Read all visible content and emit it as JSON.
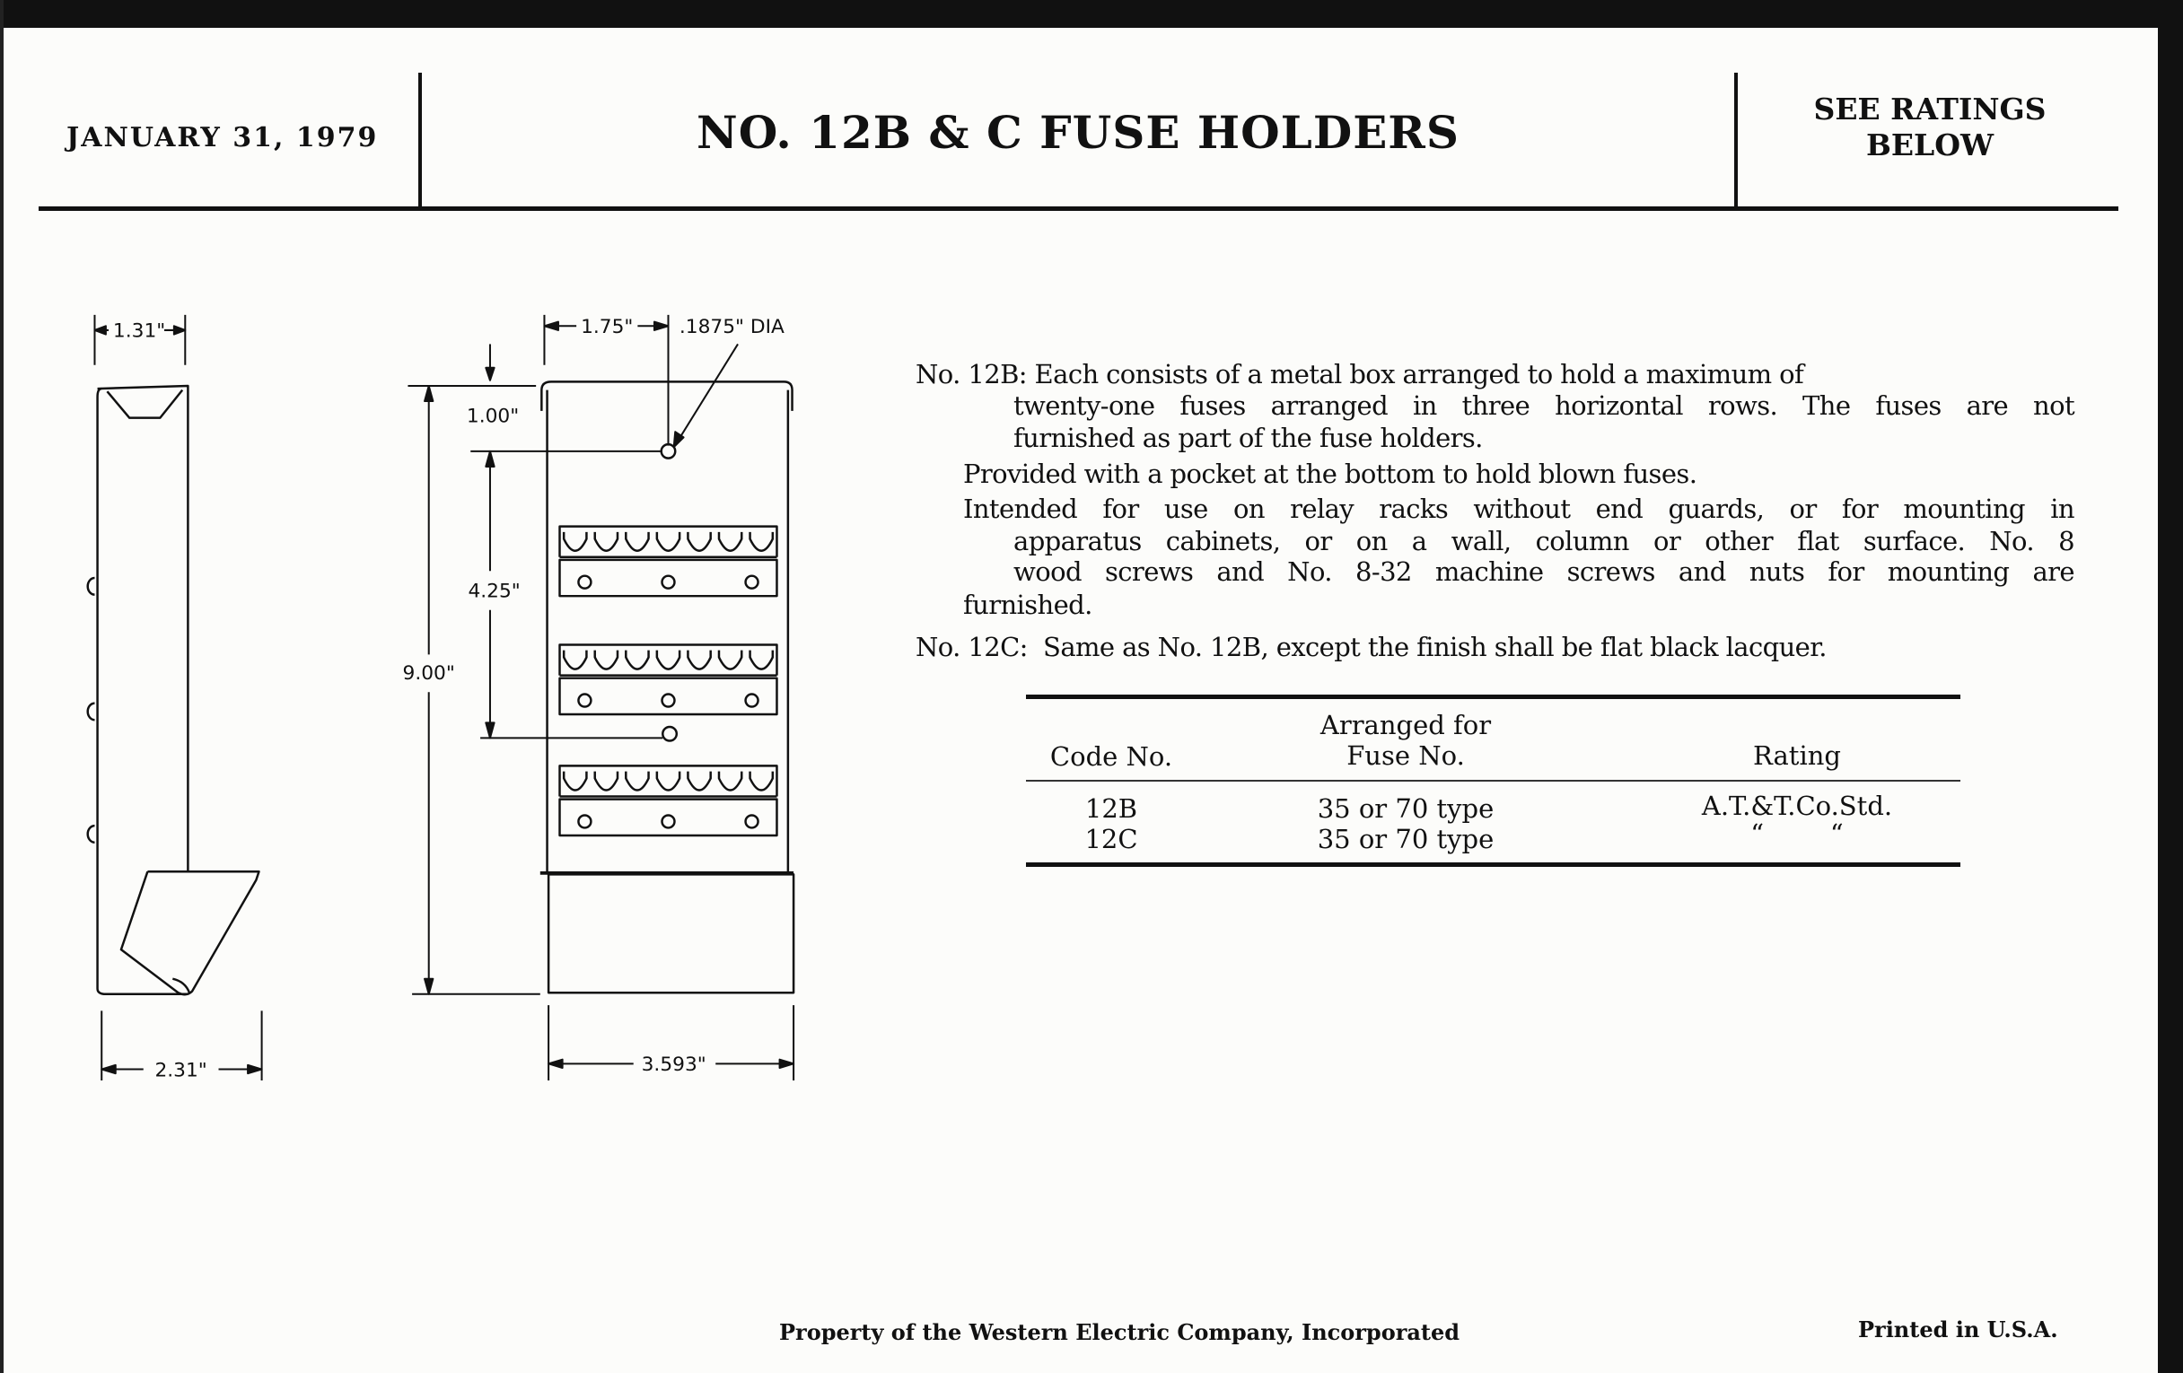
{
  "header": {
    "date": "JANUARY 31, 1979",
    "title": "NO. 12B & C FUSE HOLDERS",
    "ratings_line1": "SEE RATINGS",
    "ratings_line2": "BELOW"
  },
  "drawing": {
    "side_width": "1.31\"",
    "side_depth": "2.31\"",
    "front_offset": "1.75\"",
    "hole_dia": ".1875\" DIA",
    "top_to_hole": "1.00\"",
    "hole_spacing": "4.25\"",
    "height": "9.00\"",
    "width": "3.593\""
  },
  "description": {
    "p1": [
      "No. 12B: Each consists of a metal box arranged to hold a maximum of",
      "twenty-one fuses arranged in three horizontal rows. The fuses are not",
      "furnished as part of the fuse holders."
    ],
    "p2": [
      "Provided with a pocket at the bottom to hold blown fuses."
    ],
    "p3": [
      "Intended for use on relay racks without end guards, or for mounting in",
      "apparatus cabinets, or on a wall, column or other flat surface. No. 8",
      "wood screws and No. 8-32 machine screws and nuts for mounting are",
      "furnished."
    ],
    "p4": [
      "No. 12C:  Same as No. 12B, except the finish shall be flat black lacquer."
    ]
  },
  "table": {
    "headers": {
      "code": "Code No.",
      "fuse_line1": "Arranged for",
      "fuse_line2": "Fuse No.",
      "rating": "Rating"
    },
    "rows": [
      {
        "code": "12B",
        "fuse": "35 or 70 type",
        "rating": "A.T.&T.Co.Std."
      },
      {
        "code": "12C",
        "fuse": "35 or 70 type",
        "rating": "“        “"
      }
    ]
  },
  "footer": {
    "property": "Property of the Western Electric Company, Incorporated",
    "printed": "Printed in U.S.A."
  }
}
